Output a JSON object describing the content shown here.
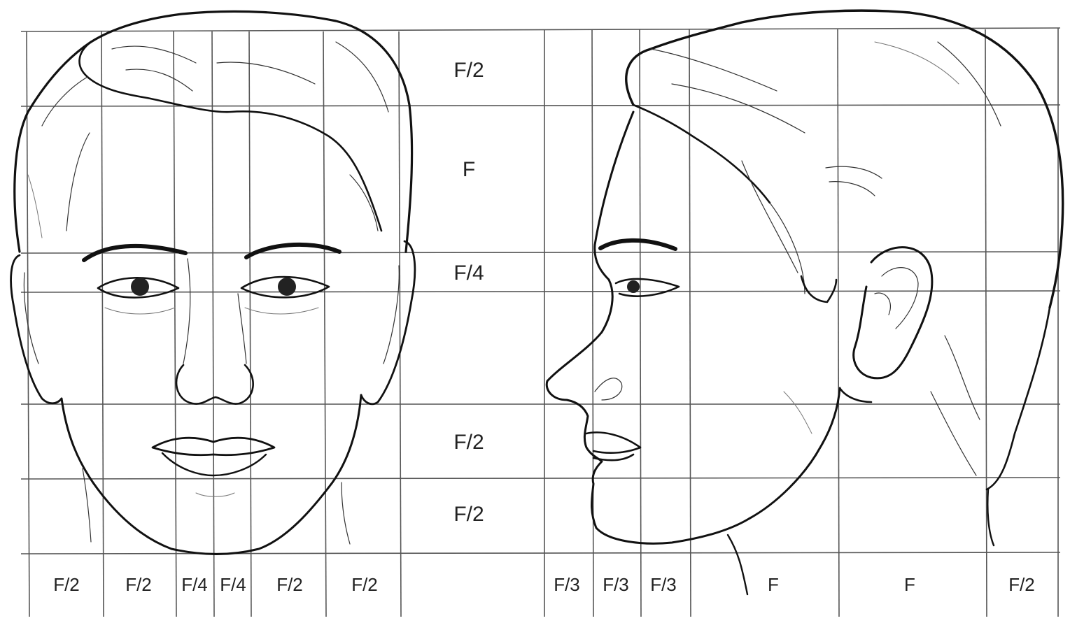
{
  "labels": {
    "rows": [
      "F/2",
      "F",
      "F/4",
      "F/2",
      "F/2"
    ],
    "bottom_front": [
      "F/2",
      "F/2",
      "F/4",
      "F/4",
      "F/2",
      "F/2"
    ],
    "bottom_side": [
      "F/3",
      "F/3",
      "F/3",
      "F",
      "F",
      "F/2"
    ]
  },
  "figures": {
    "front": "front-face-drawing",
    "side": "profile-face-drawing"
  },
  "colors": {
    "ink": "#111111",
    "grid": "#555555",
    "paper": "#ffffff"
  }
}
